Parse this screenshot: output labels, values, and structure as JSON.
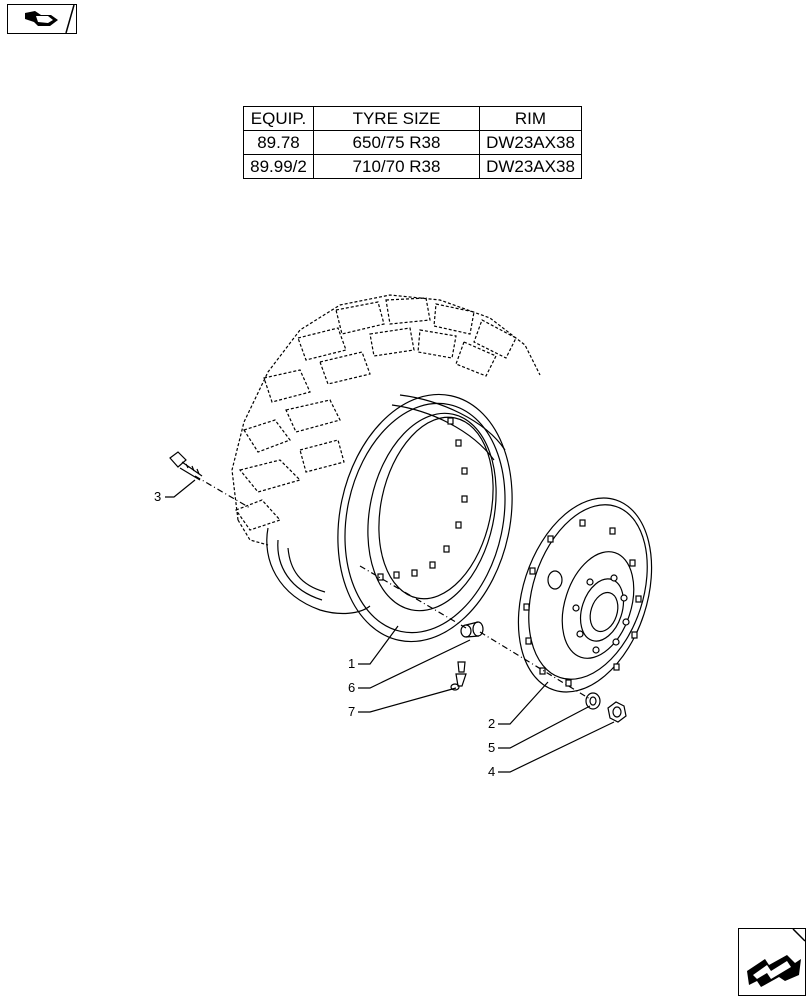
{
  "nav": {
    "top_icon": "page-back-arrow-icon",
    "bottom_icon": "page-forward-arrow-icon"
  },
  "spec_table": {
    "headers": [
      "EQUIP.",
      "TYRE SIZE",
      "RIM"
    ],
    "rows": [
      [
        "89.78",
        "650/75 R38",
        "DW23AX38"
      ],
      [
        "89.99/2",
        "710/70 R38",
        "DW23AX38"
      ]
    ]
  },
  "callouts": {
    "c1": "1",
    "c2": "2",
    "c3": "3",
    "c4": "4",
    "c5": "5",
    "c6": "6",
    "c7": "7"
  }
}
